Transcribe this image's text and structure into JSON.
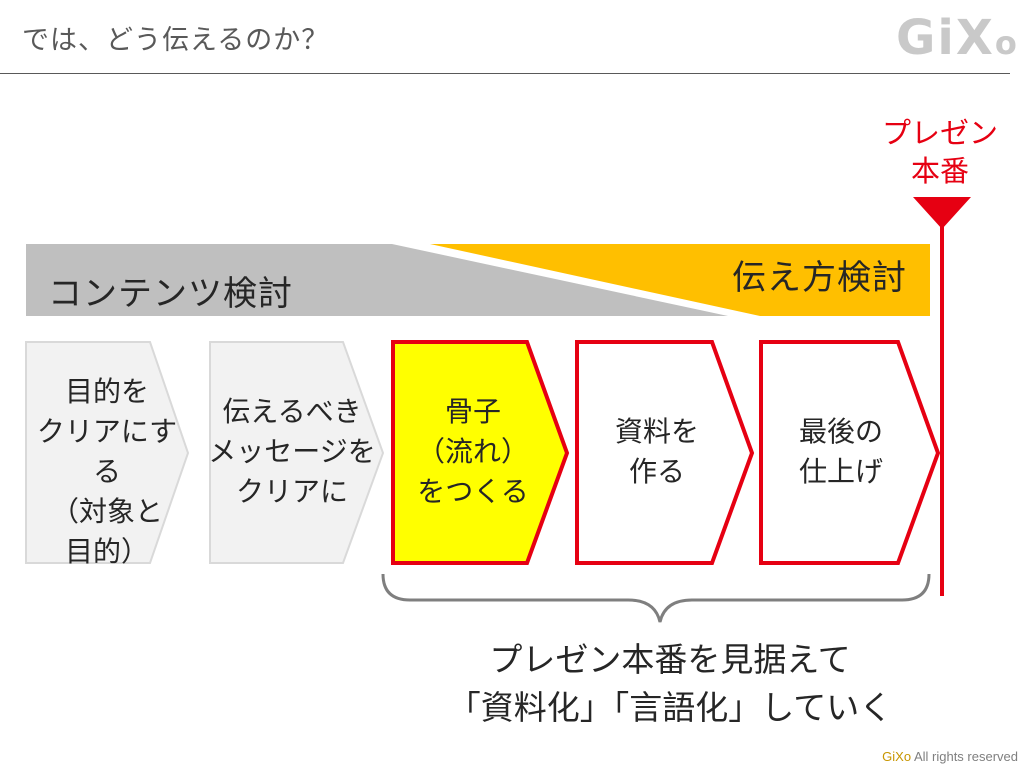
{
  "header": {
    "title": "では、どう伝えるのか？",
    "logo_main": "GiX",
    "logo_o": "o"
  },
  "bands": {
    "content_label": "コンテンツ検討",
    "delivery_label": "伝え方検討",
    "content_color": "#bfbfbf",
    "delivery_color": "#ffbf00"
  },
  "presentation": {
    "label": "プレゼン\n本番",
    "color": "#e60012"
  },
  "steps": [
    {
      "label": "目的を\nクリアにする\n（対象と\n目的）",
      "fill": "#f2f2f2",
      "stroke": "#d9d9d9"
    },
    {
      "label": "伝えるべき\nメッセージを\nクリアに",
      "fill": "#f2f2f2",
      "stroke": "#d9d9d9"
    },
    {
      "label": "骨子\n（流れ）\nをつくる",
      "fill": "#ffff00",
      "stroke": "#e60012"
    },
    {
      "label": "資料を\n作る",
      "fill": "#ffffff",
      "stroke": "#e60012"
    },
    {
      "label": "最後の\n仕上げ",
      "fill": "#ffffff",
      "stroke": "#e60012"
    }
  ],
  "caption": "プレゼン本番を見据えて\n「資料化」「言語化」していく",
  "footer": {
    "brand": "GiXo",
    "rights": " All rights reserved"
  }
}
